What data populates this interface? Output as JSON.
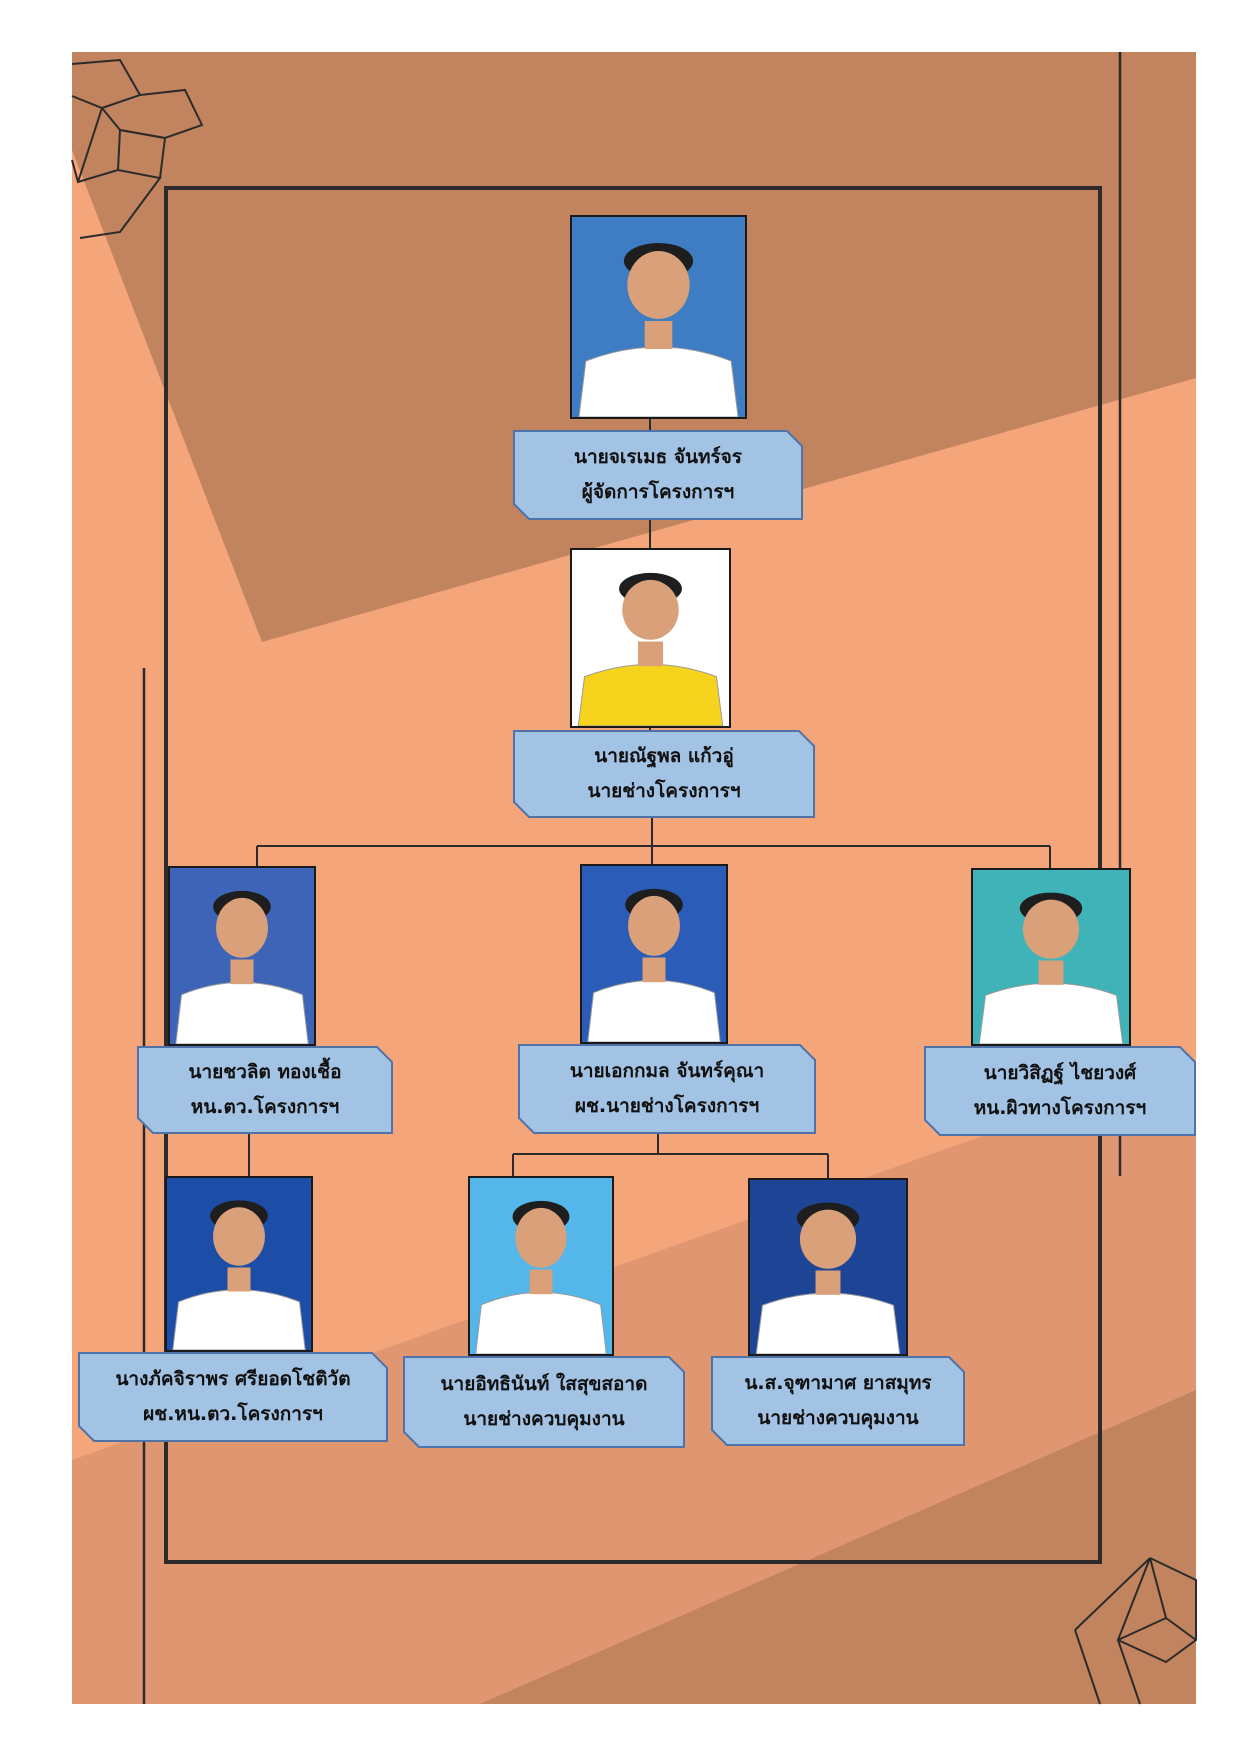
{
  "colors": {
    "background": "#F5A57A",
    "band_dark": "#C2845F",
    "band_mid": "#E09670",
    "label_fill": "#A3C3E5",
    "label_border": "#4D73A8",
    "line": "#2B2B2B"
  },
  "org_chart": {
    "manager": {
      "name": "นายจเรเมธ จันทร์จร",
      "title": "ผู้จัดการโครงการฯ",
      "photo_background": "#3E7CC4",
      "shirt_color": "#FFFFFF"
    },
    "engineer": {
      "name": "นายณัฐพล  แก้วอู่",
      "title": "นายช่างโครงการฯ",
      "photo_background": "#FFFFFF",
      "shirt_color": "#F6D31C"
    },
    "inspector_head": {
      "name": "นายชวลิต ทองเชื้อ",
      "title": "หน.ตว.โครงการฯ",
      "photo_background": "#3D64B6",
      "shirt_color": "#FFFFFF"
    },
    "assistant_engineer": {
      "name": "นายเอกกมล จันทร์คุณา",
      "title": "ผช.นายช่างโครงการฯ",
      "photo_background": "#2B5CB8",
      "shirt_color": "#FFFFFF"
    },
    "surface_head": {
      "name": "นายวิสิฏฐ์ ไชยวงศ์",
      "title": "หน.ผิวทางโครงการฯ",
      "photo_background": "#3FB3B8",
      "shirt_color": "#FFFFFF"
    },
    "assistant_inspector": {
      "name": "นางภัคจิราพร ศรียอดโชติวัต",
      "title": "ผช.หน.ตว.โครงการฯ",
      "photo_background": "#1C4EA8",
      "shirt_color": "#FFFFFF"
    },
    "supervisor_1": {
      "name": "นายอิทธินันท์ ใสสุขสอาด",
      "title": "นายช่างควบคุมงาน",
      "photo_background": "#55B6EA",
      "shirt_color": "#FFFFFF"
    },
    "supervisor_2": {
      "name": "น.ส.จุฑามาศ ยาสมุทร",
      "title": "นายช่างควบคุมงาน",
      "photo_background": "#1E4496",
      "shirt_color": "#FFFFFF"
    }
  }
}
